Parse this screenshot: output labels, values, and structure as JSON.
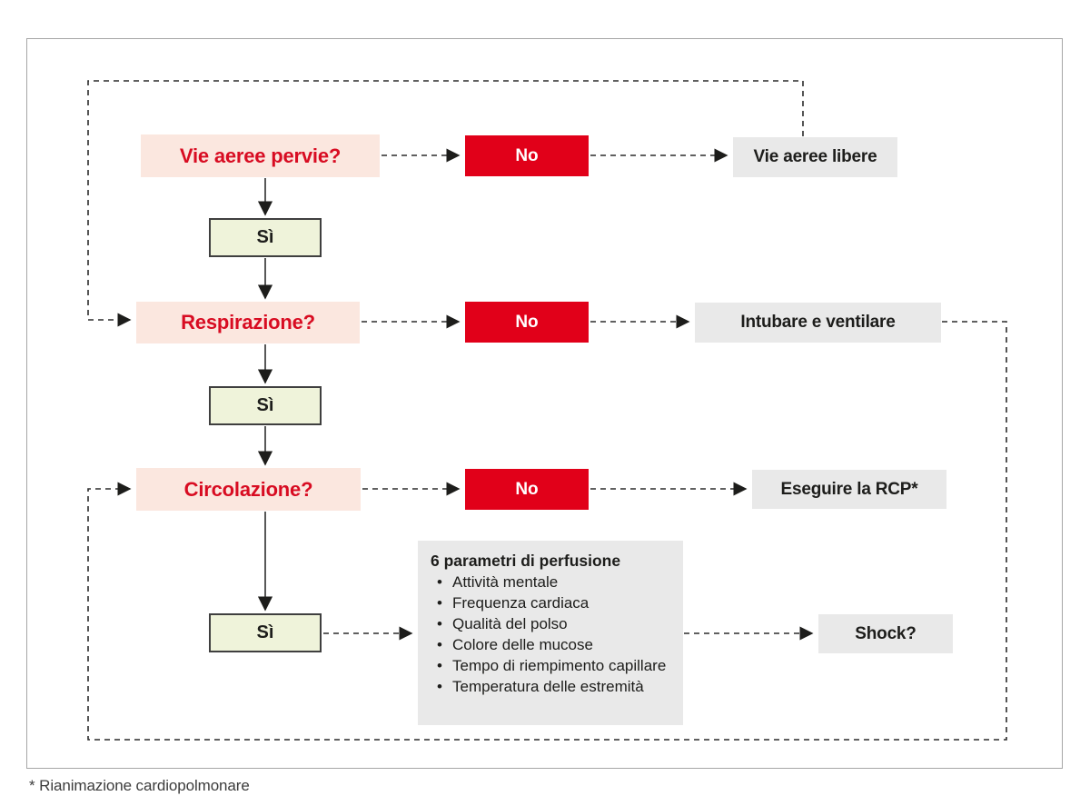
{
  "diagram": {
    "title_context": "Flowchart ABC rianimazione (valutazione primaria)",
    "nodes": {
      "q1": {
        "label": "Vie aeree pervie?"
      },
      "no1": {
        "label": "No"
      },
      "a1": {
        "label": "Vie aeree libere"
      },
      "yes1": {
        "label": "Sì"
      },
      "q2": {
        "label": "Respirazione?"
      },
      "no2": {
        "label": "No"
      },
      "a2": {
        "label": "Intubare e ventilare"
      },
      "yes2": {
        "label": "Sì"
      },
      "q3": {
        "label": "Circolazione?"
      },
      "no3": {
        "label": "No"
      },
      "a3": {
        "label": "Eseguire la RCP*"
      },
      "yes3": {
        "label": "Sì"
      },
      "shock": {
        "label": "Shock?"
      },
      "perfusion": {
        "title": "6 parametri di perfusione",
        "items": [
          "Attività mentale",
          "Frequenza cardiaca",
          "Qualità del polso",
          "Colore delle mucose",
          "Tempo di riempimento capillare",
          "Temperatura delle estremità"
        ]
      }
    },
    "footnote": "* Rianimazione cardiopolmonare",
    "colors": {
      "question_bg": "#fbe7df",
      "question_text": "#d80c22",
      "no_bg": "#e10019",
      "no_text": "#ffffff",
      "yes_bg": "#eff3da",
      "yes_border": "#3f3f3f",
      "action_bg": "#e9e9e9",
      "text_dark": "#1d1d1b",
      "solid_line": "#3a3a3a",
      "dashed_line": "#2b2b2b",
      "frame_border": "#a6a6a6"
    }
  }
}
